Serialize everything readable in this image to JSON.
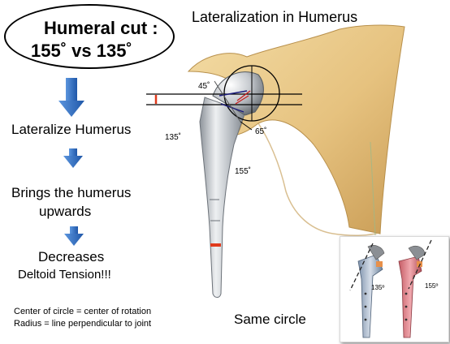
{
  "header": {
    "callout_line1": "Humeral cut :",
    "callout_line2": "155˚   vs 135˚",
    "title": "Lateralization in Humerus"
  },
  "steps": {
    "lateralize": "Lateralize Humerus",
    "brings_line1": "Brings the humerus",
    "brings_line2": "upwards",
    "decreases": "Decreases",
    "deltoid": "Deltoid Tension!!!"
  },
  "angles": {
    "a45": "45˚",
    "a65": "65˚",
    "a135": "135˚",
    "a155": "155˚"
  },
  "notes": {
    "line1": "Center of circle =  center of rotation",
    "line2": "Radius = line perpendicular to joint"
  },
  "inset": {
    "label_135": "135º",
    "label_155": "155º",
    "caption": "Same circle"
  },
  "colors": {
    "arrow_blue": "#2e6dbf",
    "bone": "#e8c98a",
    "metal": "#b9bec4",
    "accent_red": "#e03a1c"
  }
}
